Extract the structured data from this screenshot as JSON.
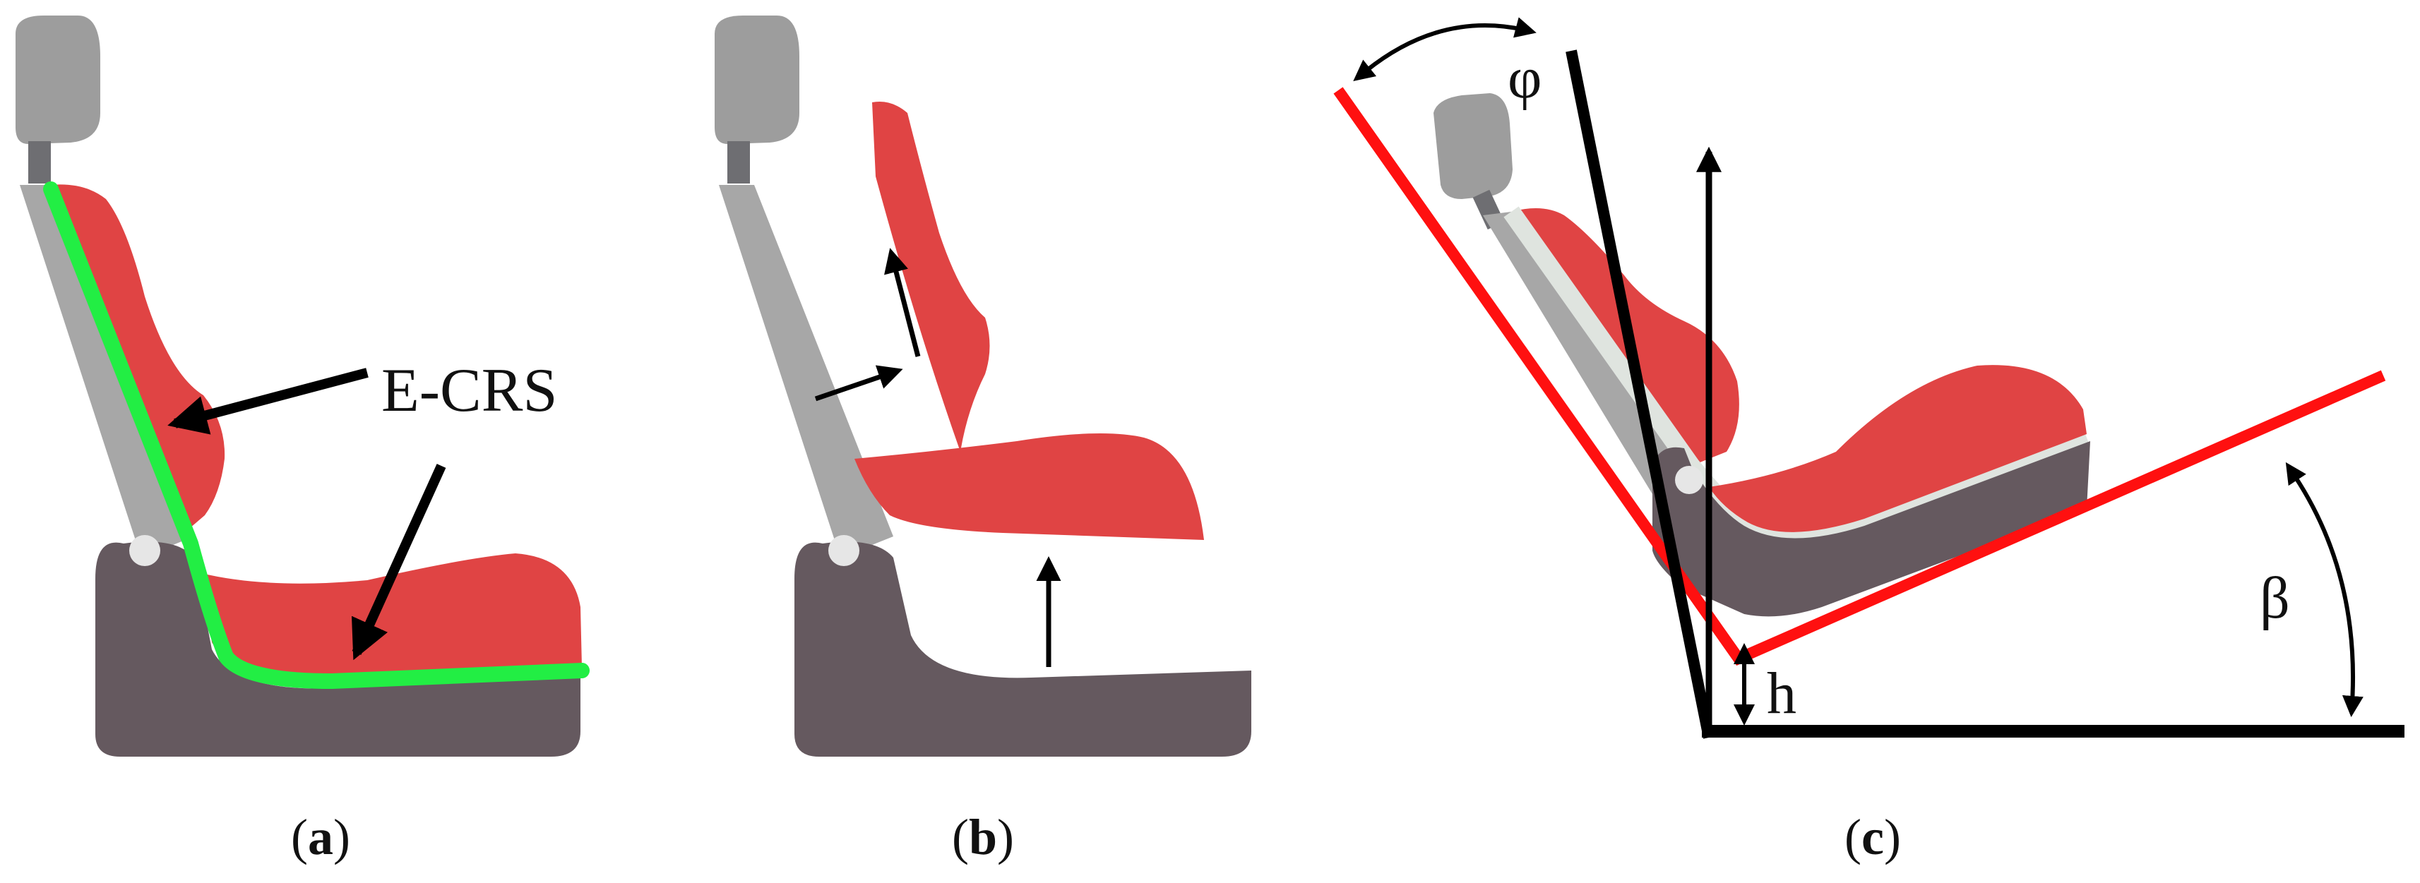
{
  "figure": {
    "panels": [
      {
        "id": "a",
        "label_open": "(",
        "label_letter": "a",
        "label_close": ")"
      },
      {
        "id": "b",
        "label_open": "(",
        "label_letter": "b",
        "label_close": ")"
      },
      {
        "id": "c",
        "label_open": "(",
        "label_letter": "c",
        "label_close": ")"
      }
    ],
    "annotations": {
      "ecrs_label": "E-CRS",
      "phi_symbol": "φ",
      "beta_symbol": "β",
      "h_symbol": "h"
    },
    "colors": {
      "cushion_red": "#e04444",
      "shell_dark": "#65595f",
      "headrest_grey": "#9d9d9d",
      "frame_grey": "#a7a7a7",
      "ecrs_green": "#22ee44",
      "liner_light": "#dfe4df",
      "reference_red": "#ff1010",
      "line_black": "#000000"
    }
  }
}
